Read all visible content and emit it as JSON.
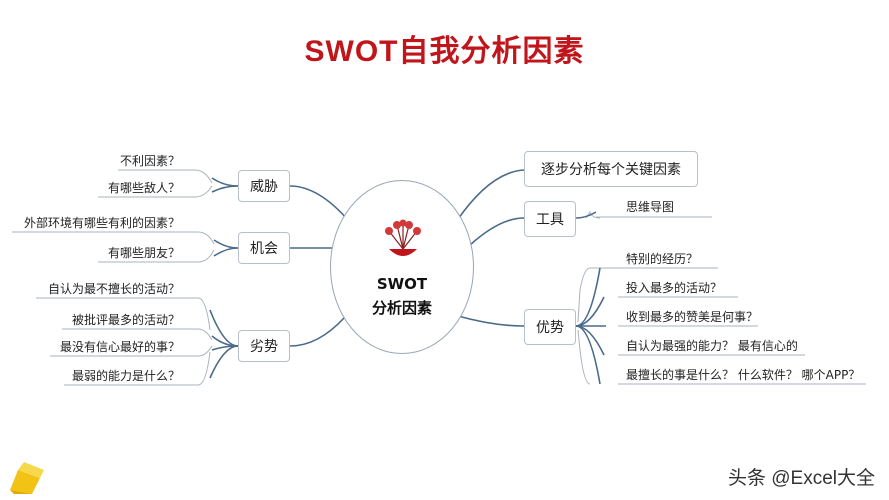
{
  "title": {
    "latin": "SWOT",
    "rest": "自我分析因素"
  },
  "center": {
    "line1": "SWOT",
    "line2": "分析因素"
  },
  "branches": {
    "threats": {
      "label": "威胁",
      "items": [
        "不利因素？",
        "有哪些敌人？"
      ]
    },
    "opportunities": {
      "label": "机会",
      "items": [
        "外部环境有哪些有利的因素？",
        "有哪些朋友？"
      ]
    },
    "weaknesses": {
      "label": "劣势",
      "items": [
        "自认为最不擅长的活动？",
        "被批评最多的活动？",
        "最没有信心最好的事？",
        "最弱的能力是什么？"
      ]
    },
    "key_factors": {
      "label": "逐步分析每个关键因素"
    },
    "tools": {
      "label": "工具",
      "items": [
        "思维导图"
      ]
    },
    "strengths": {
      "label": "优势",
      "items": [
        "特别的经历？",
        "投入最多的活动？",
        "收到最多的赞美是何事？",
        "自认为最强的能力？ 最有信心的",
        "最擅长的事是什么？ 什么软件？ 哪个APP？"
      ]
    }
  },
  "watermark": "头条 @Excel大全",
  "colors": {
    "title": "#c0151b",
    "connector": "#4a6a8a",
    "node_border": "#b9c0c9",
    "underline": "#a8b3bf"
  }
}
